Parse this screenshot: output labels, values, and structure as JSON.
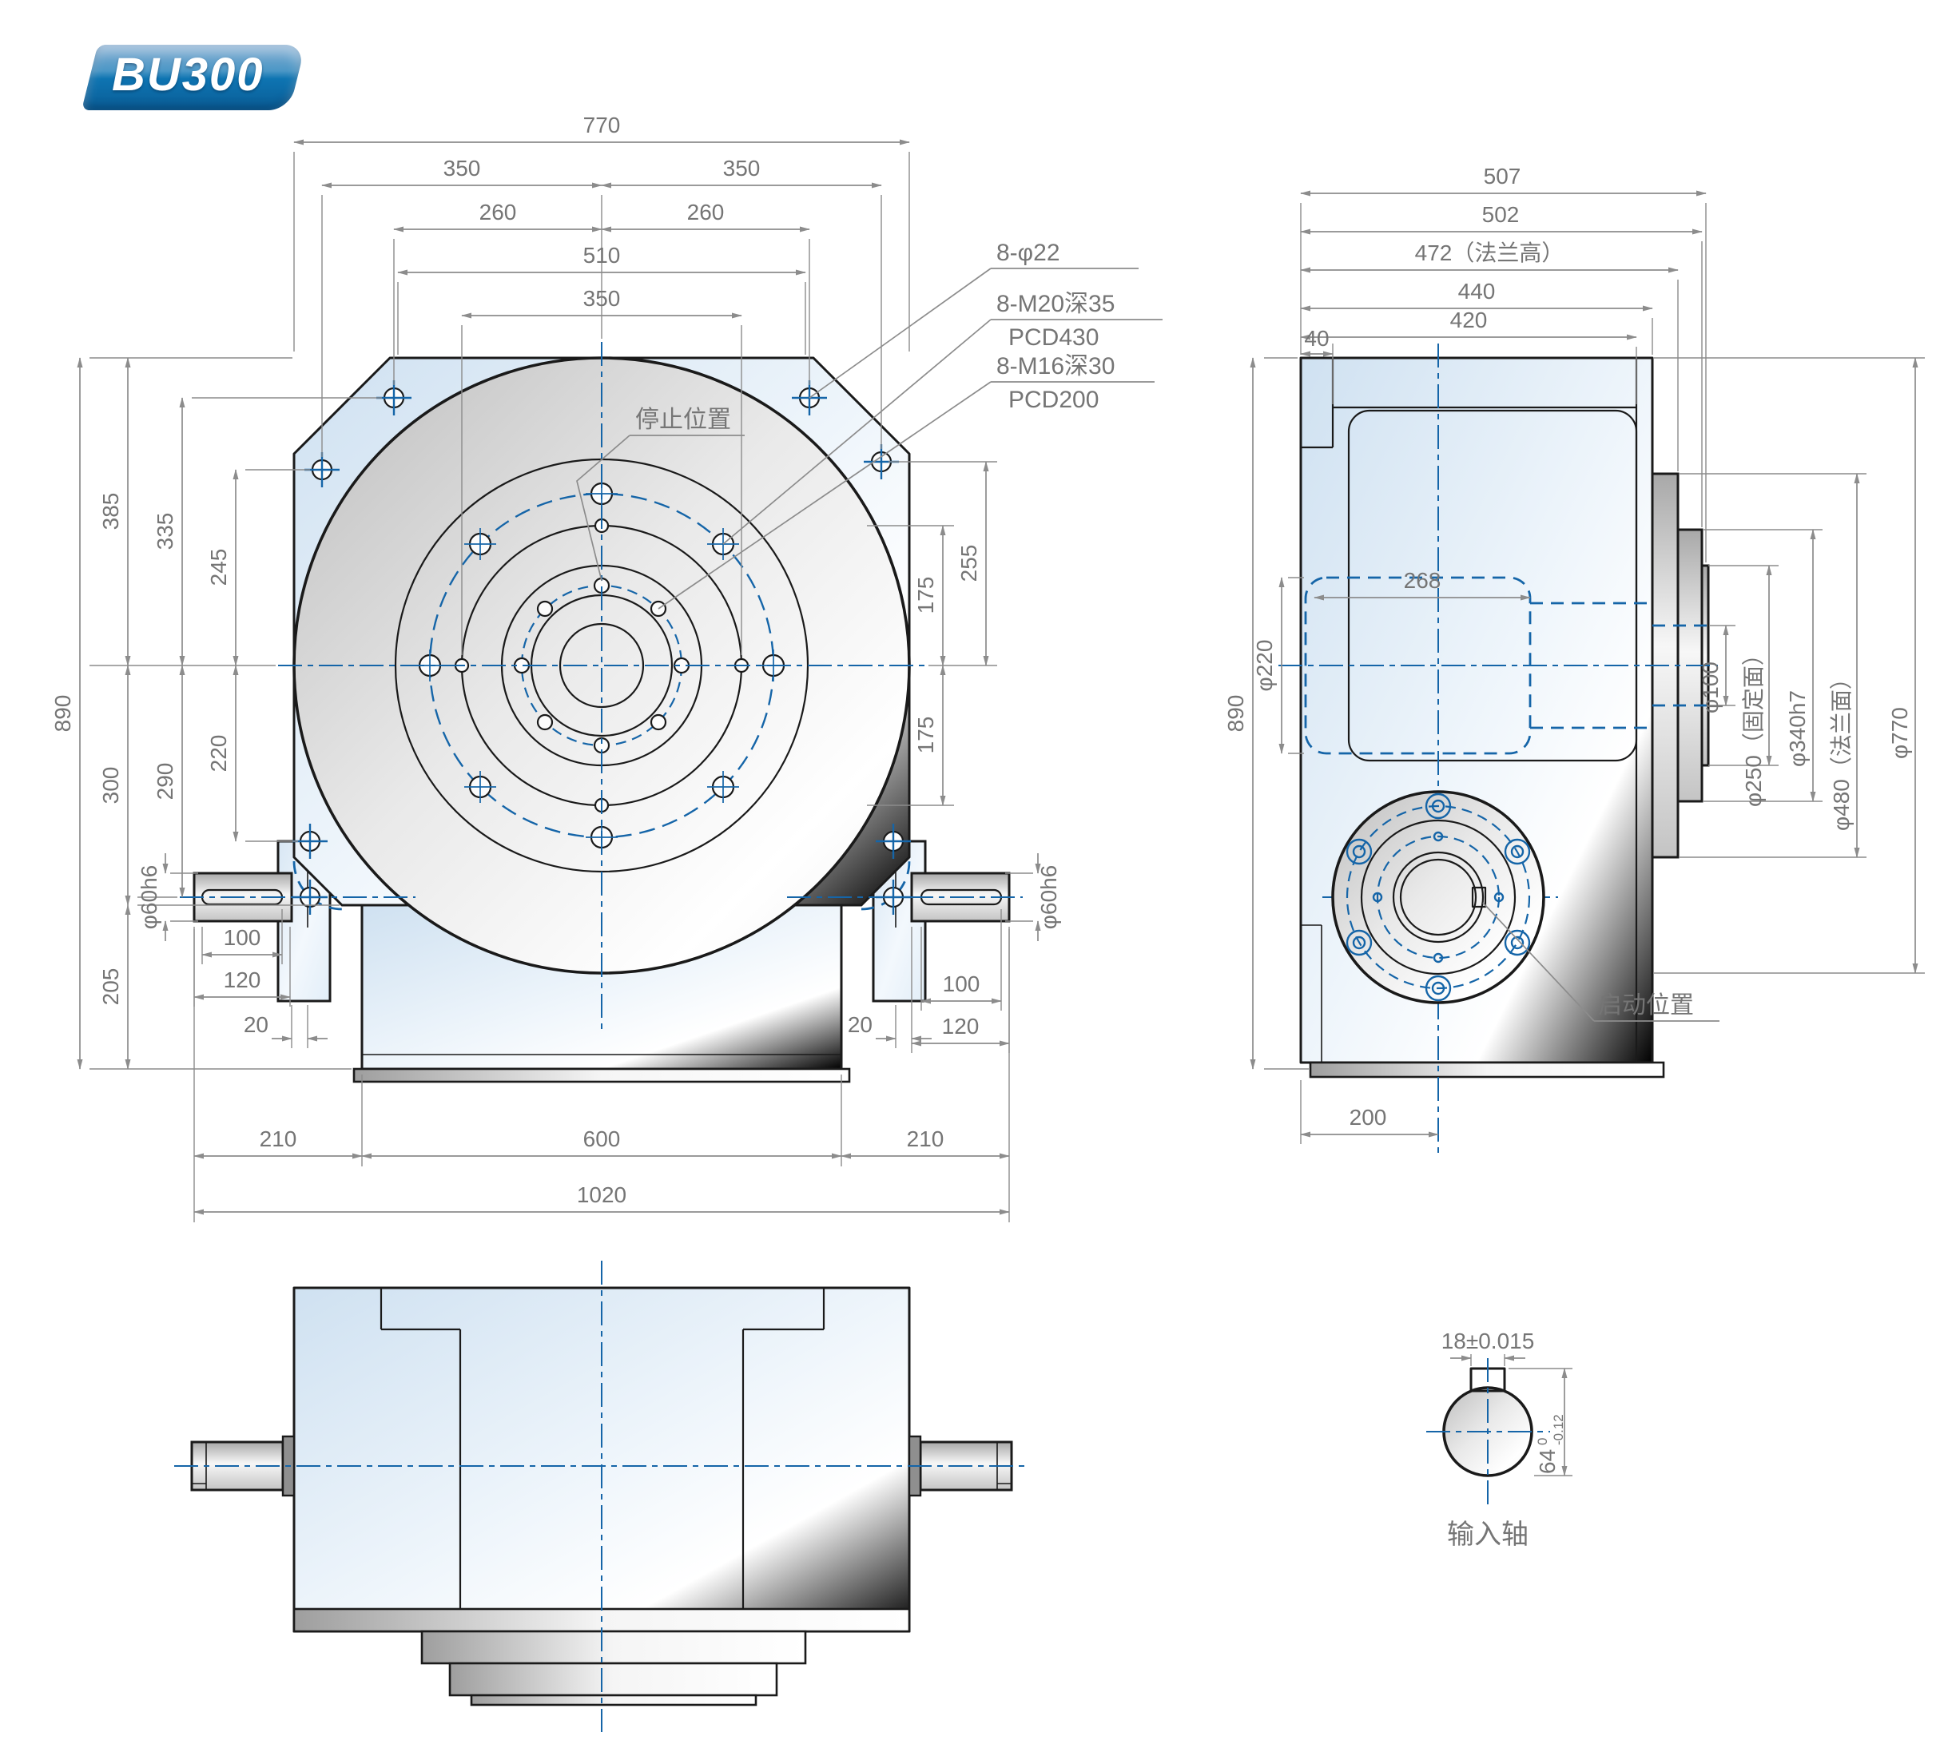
{
  "title_badge": {
    "label": "BU300"
  },
  "colors": {
    "line": "#1a1a1a",
    "centerline_blue": "#1565a8",
    "dim_gray": "#8c8c8c",
    "text_gray": "#757575",
    "body_fill": "#dce9f5",
    "badge_blue": "#0e74b2"
  },
  "front_view": {
    "dims": {
      "width_total": "770",
      "w350_l": "350",
      "w350_r": "350",
      "w260_l": "260",
      "w260_r": "260",
      "w510": "510",
      "w350_c": "350",
      "h890": "890",
      "h385": "385",
      "h335": "335",
      "h245": "245",
      "h300": "300",
      "h290": "290",
      "h220": "220",
      "h205": "205",
      "h255": "255",
      "h175_t": "175",
      "h175_b": "175",
      "shaft_l_dia": "φ60h6",
      "shaft_l_key": "100",
      "shaft_l_len": "120",
      "shaft_l_step": "20",
      "shaft_r_dia": "φ60h6",
      "shaft_r_key": "100",
      "shaft_r_len": "120",
      "shaft_r_step": "20",
      "base_l": "210",
      "base_c": "600",
      "base_r": "210",
      "width_overall": "1020"
    },
    "callouts": {
      "corner_holes": "8-φ22",
      "m20": "8-M20深35",
      "m20_pcd": "PCD430",
      "m16": "8-M16深30",
      "m16_pcd": "PCD200",
      "stop_label": "停止位置"
    }
  },
  "side_view": {
    "dims": {
      "d507": "507",
      "d502": "502",
      "d472": "472（法兰高）",
      "d440": "440",
      "d420": "420",
      "d40": "40",
      "h890": "890",
      "bore220": "φ220",
      "depth268": "268",
      "d100": "φ100",
      "d250": "φ250（固定面）",
      "d340": "φ340h7",
      "d480": "φ480（法兰面）",
      "d770": "φ770",
      "base200": "200"
    },
    "callouts": {
      "start_label": "启动位置"
    }
  },
  "shaft_detail": {
    "key_width": "18±0.015",
    "dia_nominal": "64",
    "tol_upper": "0",
    "tol_lower": "-0.12",
    "label": "输入轴"
  }
}
